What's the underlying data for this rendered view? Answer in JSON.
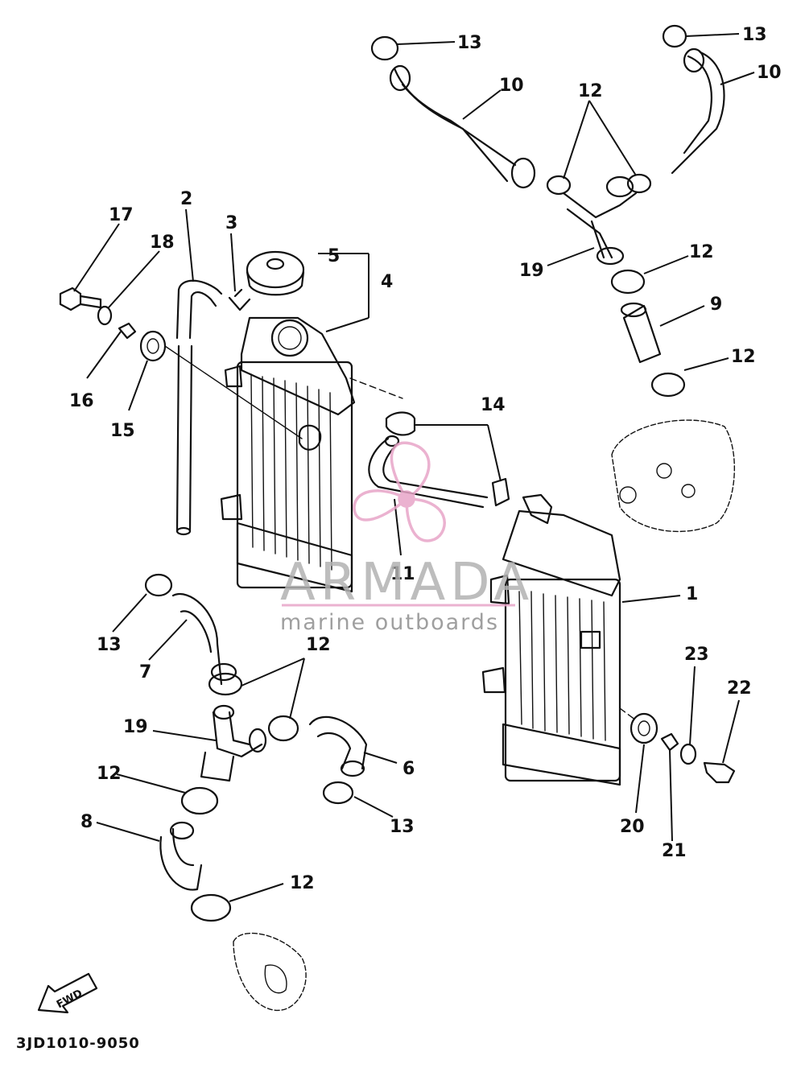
{
  "labels": [
    {
      "text": "1"
    },
    {
      "text": "2"
    },
    {
      "text": "3"
    },
    {
      "text": "4"
    },
    {
      "text": "5"
    },
    {
      "text": "6"
    },
    {
      "text": "7"
    },
    {
      "text": "8"
    },
    {
      "text": "9"
    },
    {
      "text": "10"
    },
    {
      "text": "10"
    },
    {
      "text": "11"
    },
    {
      "text": "12"
    },
    {
      "text": "12"
    },
    {
      "text": "12"
    },
    {
      "text": "12"
    },
    {
      "text": "12"
    },
    {
      "text": "12"
    },
    {
      "text": "13"
    },
    {
      "text": "13"
    },
    {
      "text": "13"
    },
    {
      "text": "13"
    },
    {
      "text": "14"
    },
    {
      "text": "15"
    },
    {
      "text": "16"
    },
    {
      "text": "17"
    },
    {
      "text": "18"
    },
    {
      "text": "19"
    },
    {
      "text": "19"
    },
    {
      "text": "20"
    },
    {
      "text": "21"
    },
    {
      "text": "22"
    },
    {
      "text": "23"
    }
  ],
  "diagram_code": "3JD1010-9050",
  "fwd_marker": "FWD",
  "watermark": {
    "brand": "ARMADA",
    "tagline": "marine outboards",
    "brand_color": "#e8a5c8"
  }
}
